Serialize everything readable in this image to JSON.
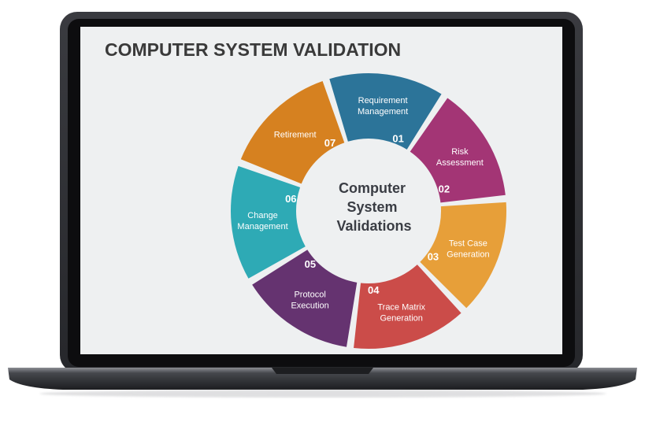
{
  "slide": {
    "title": "COMPUTER SYSTEM VALIDATION",
    "center_lines": [
      "Computer",
      "System",
      "Validations"
    ]
  },
  "segments": [
    {
      "number": "01",
      "lines": [
        "Requirement",
        "Management"
      ],
      "color": "#216d94"
    },
    {
      "number": "02",
      "lines": [
        "Risk",
        "Assessment"
      ],
      "color": "#9e2a6e"
    },
    {
      "number": "03",
      "lines": [
        "Test Case",
        "Generation"
      ],
      "color": "#e69a2e"
    },
    {
      "number": "04",
      "lines": [
        "Trace Matrix",
        "Generation"
      ],
      "color": "#c8423f"
    },
    {
      "number": "05",
      "lines": [
        "Protocol",
        "Execution"
      ],
      "color": "#5d2868"
    },
    {
      "number": "06",
      "lines": [
        "Change",
        "Management"
      ],
      "color": "#23a5b1"
    },
    {
      "number": "07",
      "lines": [
        "Retirement"
      ],
      "color": "#d47a14"
    }
  ],
  "colors": {
    "laptop_body": "#2e2f33",
    "screen_background": "#eef0f1",
    "title_text": "#3a3a3a",
    "center_text": "#3a3d44"
  }
}
